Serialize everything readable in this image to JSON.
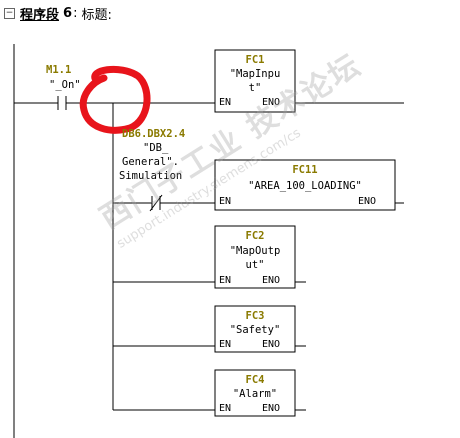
{
  "network": {
    "collapse_glyph": "⊟",
    "title": "程序段",
    "number": "6",
    "separator": ":",
    "label": "标题:"
  },
  "contact1": {
    "address": "M1.1",
    "symbol": "\"_On\""
  },
  "contact2": {
    "address": "DB6.DBX2.4",
    "symbol_line1": "\"DB_",
    "symbol_line2": "General\".",
    "symbol_line3": "Simulation"
  },
  "blocks": [
    {
      "name": "FC1",
      "sym1": "\"MapInpu",
      "sym2": "t\"",
      "en": "EN",
      "eno": "ENO"
    },
    {
      "name": "FC11",
      "sym1": "\"AREA_100_LOADING\"",
      "sym2": "",
      "en": "EN",
      "eno": "ENO"
    },
    {
      "name": "FC2",
      "sym1": "\"MapOutp",
      "sym2": "ut\"",
      "en": "EN",
      "eno": "ENO"
    },
    {
      "name": "FC3",
      "sym1": "\"Safety\"",
      "sym2": "",
      "en": "EN",
      "eno": "ENO"
    },
    {
      "name": "FC4",
      "sym1": "\"Alarm\"",
      "sym2": "",
      "en": "EN",
      "eno": "ENO"
    }
  ],
  "watermark": {
    "line1": "西门子工业 技术论坛",
    "line2": "support.industry.siemens.com/cs"
  },
  "colors": {
    "address": "#8a7a00",
    "annotation_circle": "#e8141b",
    "wire": "#000000"
  }
}
